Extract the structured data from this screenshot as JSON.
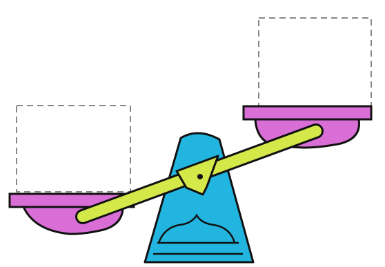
{
  "colors": {
    "background": "#ffffff",
    "outline": "#111111",
    "pan": "#d96fd6",
    "beam": "#d4e84a",
    "base": "#22b5e0",
    "placeholder": "#888888"
  },
  "parts": {
    "left_placeholder": "empty-dashed-box",
    "right_placeholder": "empty-dashed-box",
    "left_pan": "pan",
    "right_pan": "pan",
    "beam": "lever-beam",
    "pivot": "pivot-dot",
    "base": "fulcrum-stand"
  }
}
